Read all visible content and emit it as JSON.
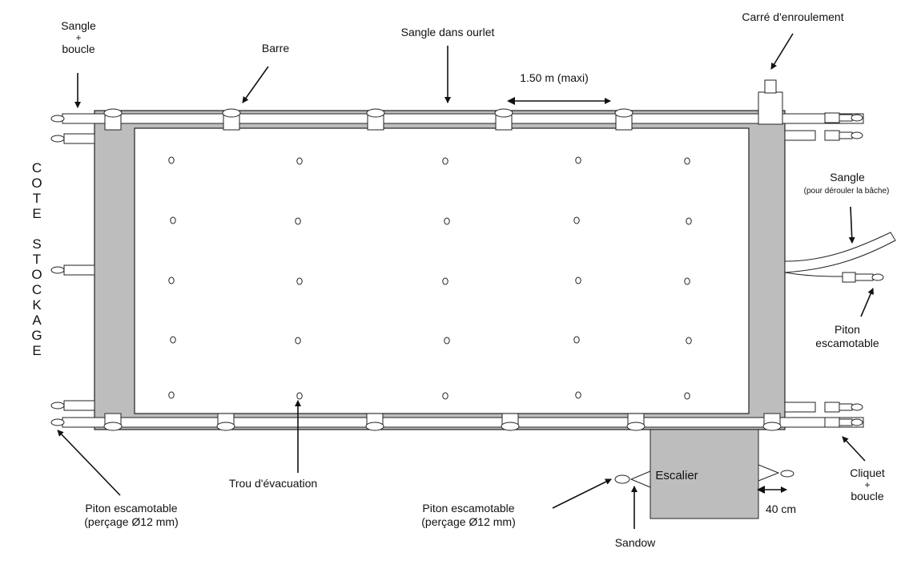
{
  "labels": {
    "sangle_boucle_top": "Sangle",
    "sangle_boucle_plus": "+",
    "sangle_boucle_bottom": "boucle",
    "barre": "Barre",
    "sangle_ourlet": "Sangle dans ourlet",
    "spacing": "1.50 m (maxi)",
    "carre": "Carré d'enroulement",
    "sangle_right": "Sangle",
    "sangle_right_note": "(pour dérouler la bâche)",
    "piton_right_1": "Piton",
    "piton_right_2": "escamotable",
    "cote_stockage": "C\nO\nT\nE\n\nS\nT\nO\nC\nK\nA\nG\nE",
    "trou": "Trou d'évacuation",
    "piton_left_1": "Piton escamotable",
    "piton_left_2": "(perçage  Ø12 mm)",
    "piton_mid_1": "Piton escamotable",
    "piton_mid_2": "(perçage  Ø12 mm)",
    "escalier": "Escalier",
    "sandow": "Sandow",
    "dist40": "40 cm",
    "cliquet_1": "Cliquet",
    "cliquet_plus": "+",
    "cliquet_2": "boucle"
  },
  "colors": {
    "cover_frame": "#bdbdbd",
    "inner_panel": "#ffffff",
    "stroke": "#222222",
    "stair": "#bdbdbd"
  },
  "grid": {
    "rows": 5,
    "columns": 5
  }
}
